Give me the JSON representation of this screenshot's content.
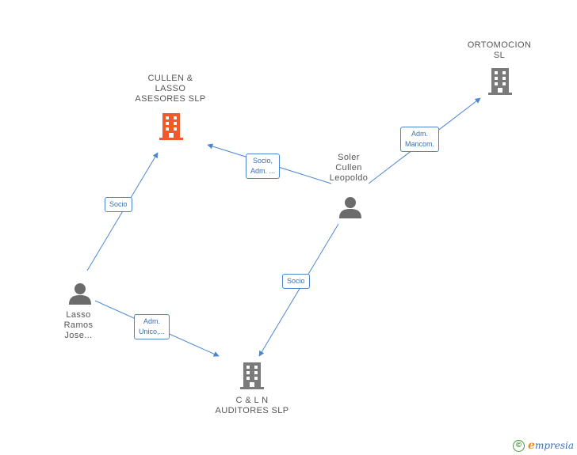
{
  "companies": {
    "cullen": {
      "lines": [
        "CULLEN &",
        "LASSO",
        "ASESORES SLP"
      ],
      "color": "#f05a2a"
    },
    "ortomocion": {
      "lines": [
        "ORTOMOCION",
        "SL"
      ],
      "color": "#7a7a7a"
    },
    "cyln": {
      "lines": [
        "C & L N",
        "AUDITORES SLP"
      ],
      "color": "#7a7a7a"
    }
  },
  "persons": {
    "soler": {
      "lines": [
        "Soler",
        "Cullen",
        "Leopoldo"
      ],
      "color": "#6b6b6b"
    },
    "lasso": {
      "lines": [
        "Lasso",
        "Ramos",
        "Jose..."
      ],
      "color": "#6b6b6b"
    }
  },
  "edges": {
    "lasso_cullen": {
      "lines": [
        "Socio"
      ]
    },
    "soler_cullen": {
      "lines": [
        "Socio,",
        "Adm. ..."
      ]
    },
    "soler_ortomocion": {
      "lines": [
        "Adm.",
        "Mancom."
      ]
    },
    "soler_cyln": {
      "lines": [
        "Socio"
      ]
    },
    "lasso_cyln": {
      "lines": [
        "Adm.",
        "Unico,..."
      ]
    }
  },
  "edge_color": "#4a86d0",
  "footer": {
    "copyright_symbol": "©",
    "brand_initial": "e",
    "brand_rest": "mpresia"
  }
}
